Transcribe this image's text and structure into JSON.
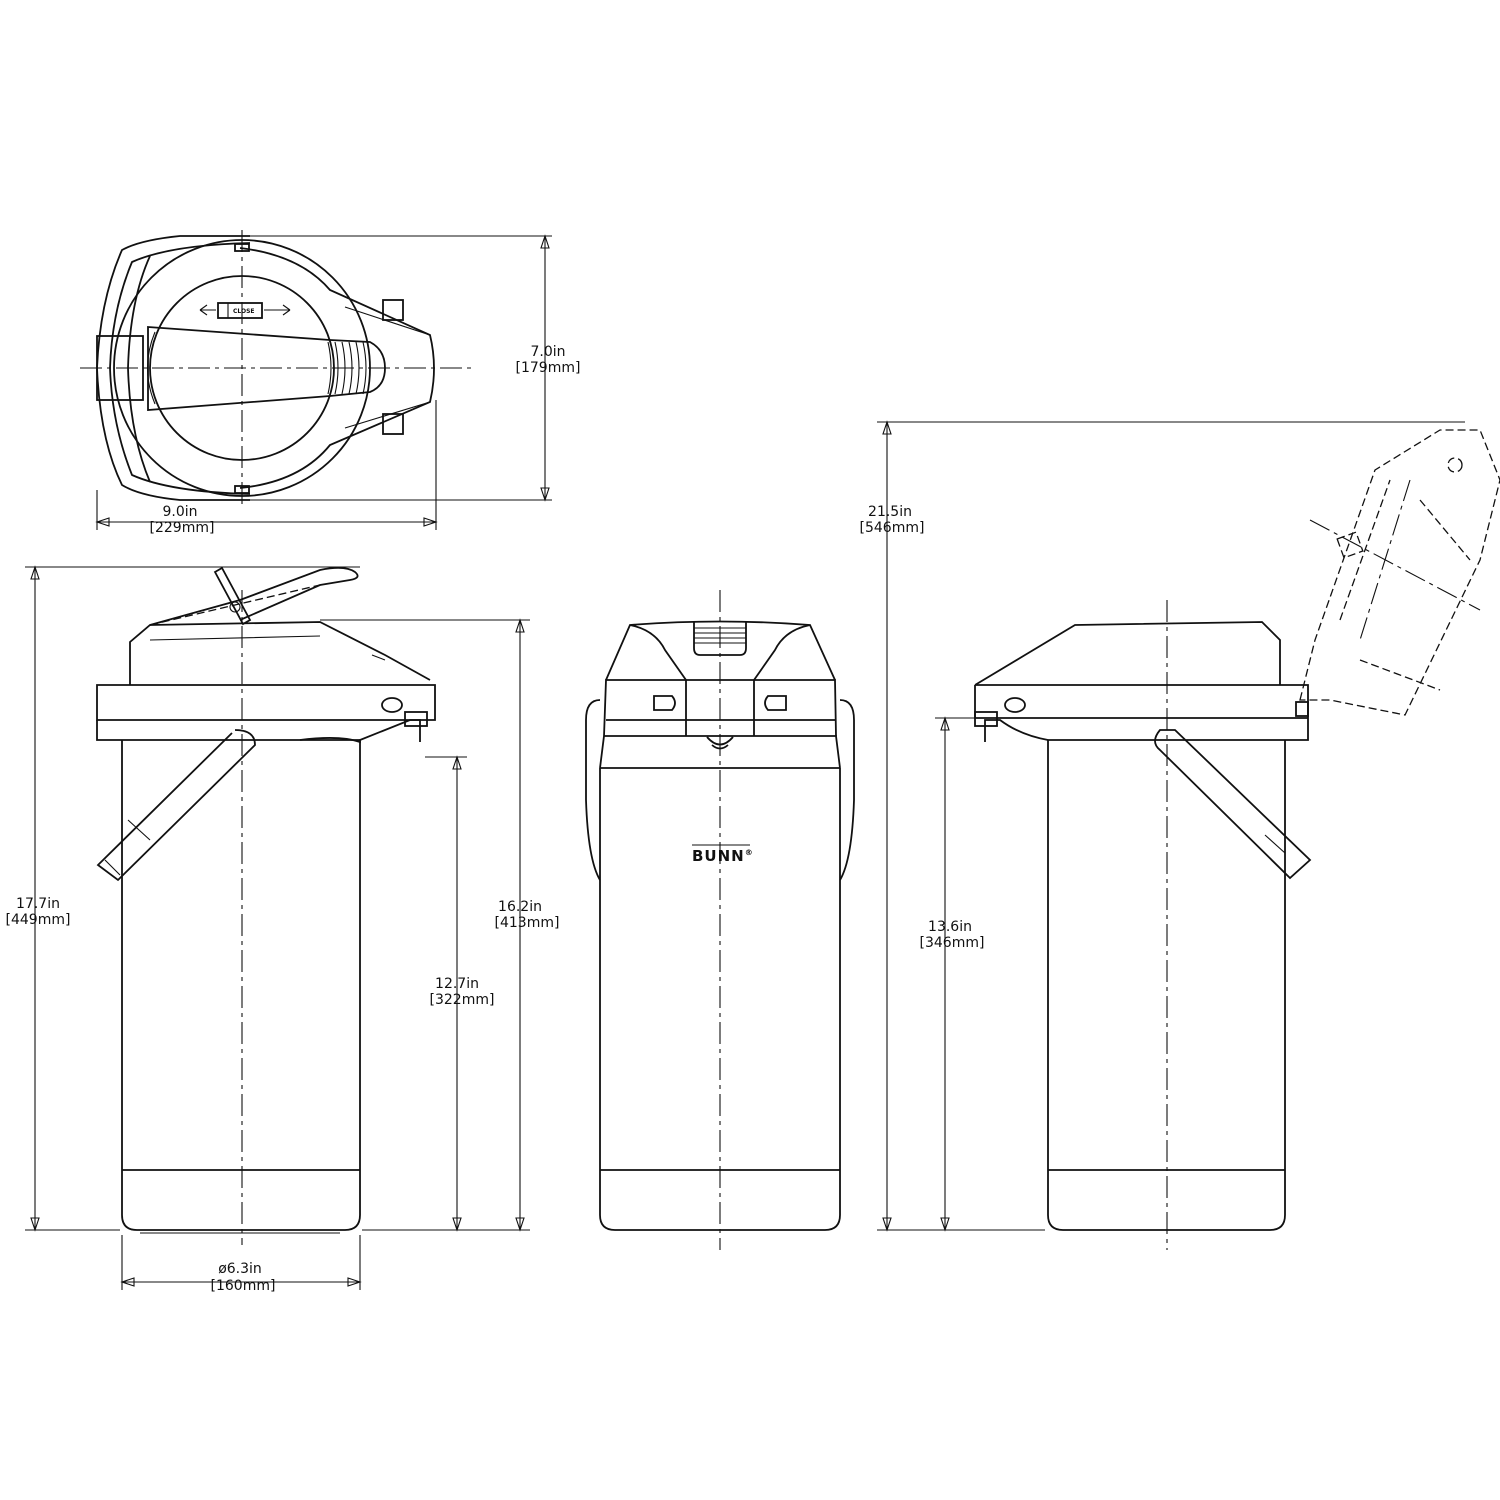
{
  "brand": {
    "logo_text": "BUNN",
    "mark": "®"
  },
  "top_view": {
    "lid_label": "CLOSE",
    "width_in": "9.0in",
    "width_mm": "[229mm]",
    "depth_in": "7.0in",
    "depth_mm": "[179mm]"
  },
  "side_view_left": {
    "overall_height_in": "17.7in",
    "overall_height_mm": "[449mm]",
    "body_height_in": "16.2in",
    "body_height_mm": "[413mm]",
    "spout_height_in": "12.7in",
    "spout_height_mm": "[322mm]",
    "diameter_in": "ø6.3in",
    "diameter_mm": "[160mm]"
  },
  "side_view_right": {
    "lid_open_height_in": "21.5in",
    "lid_open_height_mm": "[546mm]",
    "spout_height_in": "13.6in",
    "spout_height_mm": "[346mm]"
  },
  "colors": {
    "line": "#111111",
    "background": "#ffffff"
  }
}
